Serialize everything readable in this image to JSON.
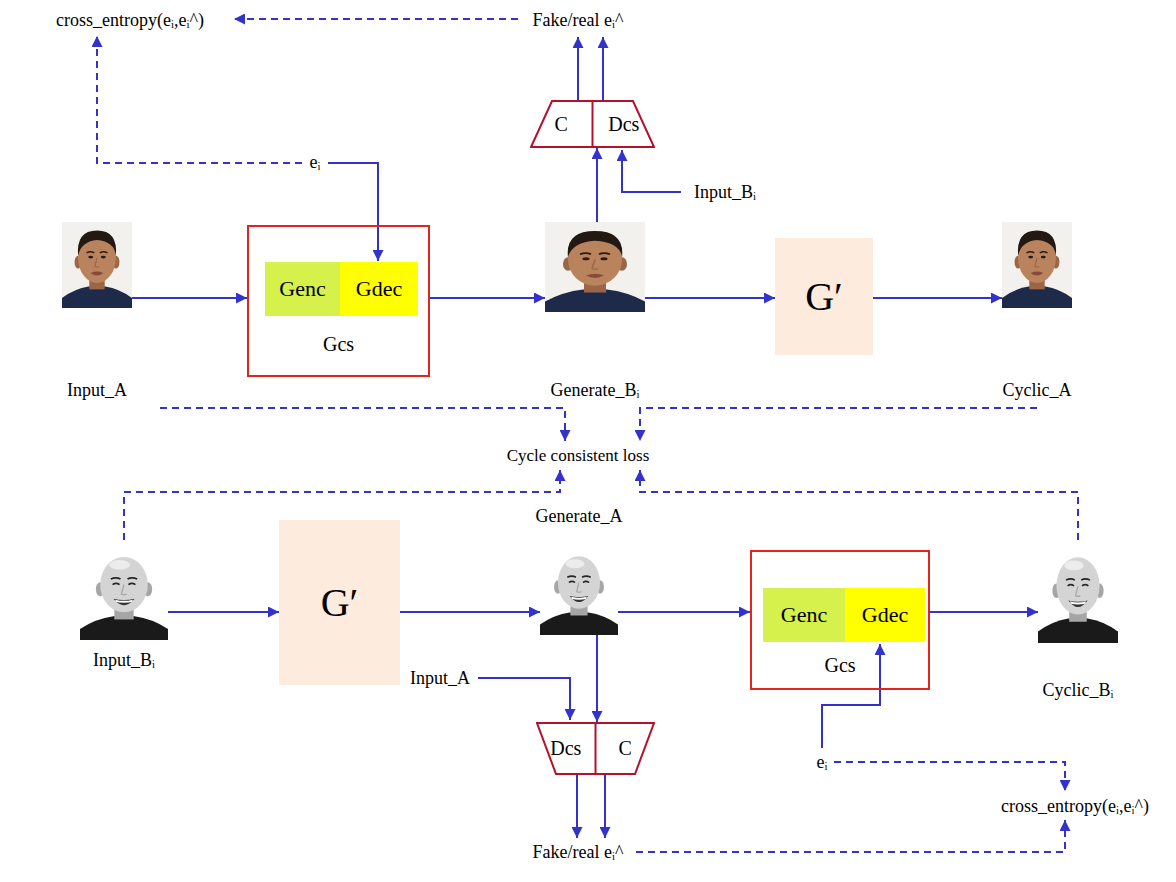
{
  "diagram": {
    "nodes": [
      {
        "text": [
          "C",
          "Dcs"
        ]
      },
      {
        "text": [
          "Input_A"
        ]
      },
      {
        "text": [
          "Gcs"
        ]
      },
      {
        "text": [
          "Genc"
        ],
        "in": 2
      },
      {
        "text": [
          "Gdec"
        ],
        "in": 2
      },
      {
        "text": [
          "Generate_Bᵢ"
        ]
      },
      {
        "text": [
          "G′"
        ]
      },
      {
        "text": [
          "Cyclic_A"
        ]
      },
      {
        "text": [
          "Input_Bᵢ"
        ]
      },
      {
        "text": [
          "G′"
        ]
      },
      {
        "text": [
          "Generate_A"
        ]
      },
      {
        "text": [
          "Gcs"
        ]
      },
      {
        "text": [
          "Genc"
        ],
        "in": 11
      },
      {
        "text": [
          "Gdec"
        ],
        "in": 11
      },
      {
        "text": [
          "Cyclic_Bᵢ"
        ]
      },
      {
        "text": [
          "Dcs",
          "C"
        ]
      }
    ],
    "edges": [
      {
        "from": 1,
        "to": 2,
        "arrow": "to"
      },
      {
        "from": 2,
        "to": 5,
        "arrow": "to"
      },
      {
        "from": 5,
        "to": 6,
        "arrow": "to"
      },
      {
        "from": 6,
        "to": 7,
        "arrow": "to"
      },
      {
        "from": 5,
        "to": 0,
        "arrow": "to"
      },
      {
        "from": 8,
        "to": 9,
        "arrow": "to"
      },
      {
        "from": 9,
        "to": 10,
        "arrow": "to"
      },
      {
        "from": 10,
        "to": 11,
        "arrow": "to"
      },
      {
        "from": 11,
        "to": 14,
        "arrow": "to"
      },
      {
        "from": 10,
        "to": 15,
        "arrow": "to"
      }
    ],
    "labels": [
      "cross_entropy(eᵢ,eᵢ^)",
      "Fake/real eᵢ^",
      "eᵢ",
      "Input_Bᵢ",
      "Cycle consistent loss",
      "Input_A",
      "eᵢ",
      "cross_entropy(eᵢ,eᵢ^)",
      "Fake/real eᵢ^"
    ]
  }
}
